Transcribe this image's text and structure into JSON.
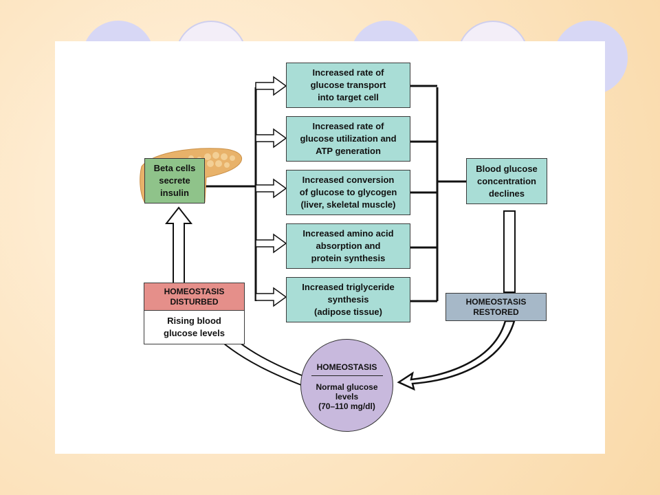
{
  "colors": {
    "effect_box": "#a9ddd6",
    "beta_box": "#8fc38a",
    "disturbed_header": "#e58f8a",
    "restored_box": "#a6b8c8",
    "homeostasis_circle": "#c8b9dd",
    "pancreas": "#e8b26a",
    "background_circles": "#d7d7f5"
  },
  "beta_cells": "Beta cells\nsecrete\ninsulin",
  "effects": [
    "Increased rate of\nglucose transport\ninto target cell",
    "Increased rate of\nglucose utilization and\nATP generation",
    "Increased conversion\nof glucose to glycogen\n(liver, skeletal muscle)",
    "Increased amino acid\nabsorption and\nprotein synthesis",
    "Increased triglyceride\nsynthesis\n(adipose tissue)"
  ],
  "blood_glucose": "Blood glucose\nconcentration\ndeclines",
  "disturbed": {
    "header": "HOMEOSTASIS\nDISTURBED",
    "body": "Rising blood\nglucose levels"
  },
  "restored": "HOMEOSTASIS\nRESTORED",
  "homeostasis": {
    "title": "HOMEOSTASIS",
    "body": "Normal glucose\nlevels\n(70–110 mg/dl)"
  },
  "icons": {
    "pancreas": "pancreas-illustration"
  }
}
